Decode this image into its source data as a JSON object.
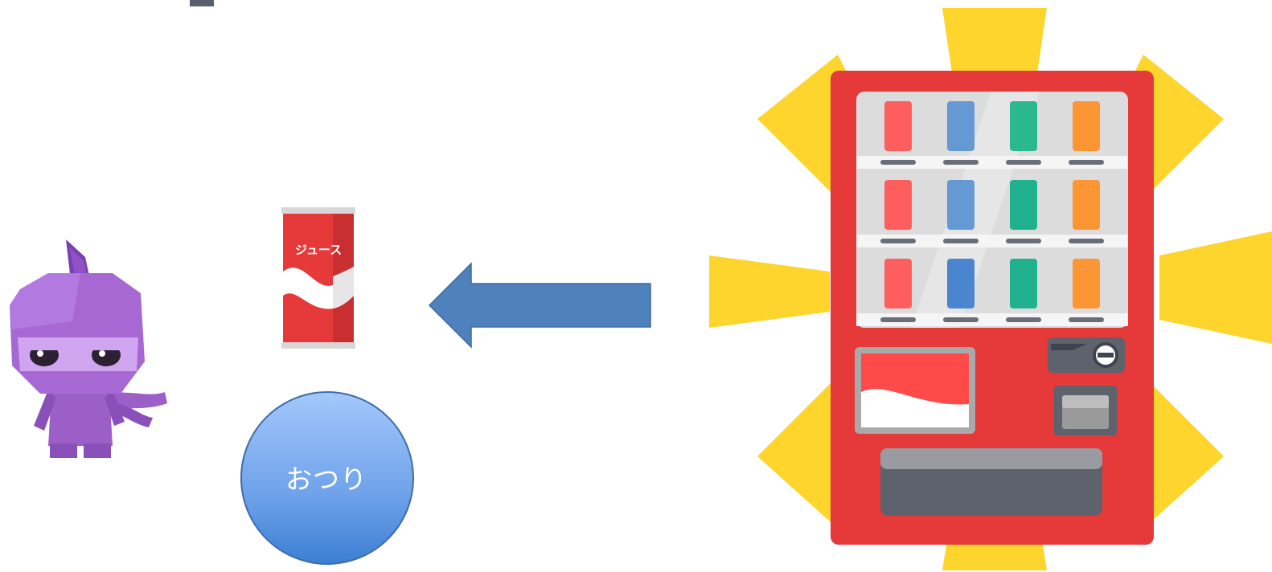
{
  "can": {
    "label": "ジュース"
  },
  "change_button": {
    "label": "おつり"
  },
  "colors": {
    "machine_body": "#e5393a",
    "sun_rays": "#fdd52d",
    "arrow": "#4f81bd",
    "ninja": "#9c5fc8",
    "change_gradient_top": "#9fc5fb",
    "change_gradient_bottom": "#3b7fd2"
  },
  "icons": {
    "ninja": "purple-ninja-character",
    "can": "juice-can-icon",
    "arrow": "left-arrow-icon",
    "machine": "vending-machine-icon",
    "rays": "sunburst-icon"
  }
}
